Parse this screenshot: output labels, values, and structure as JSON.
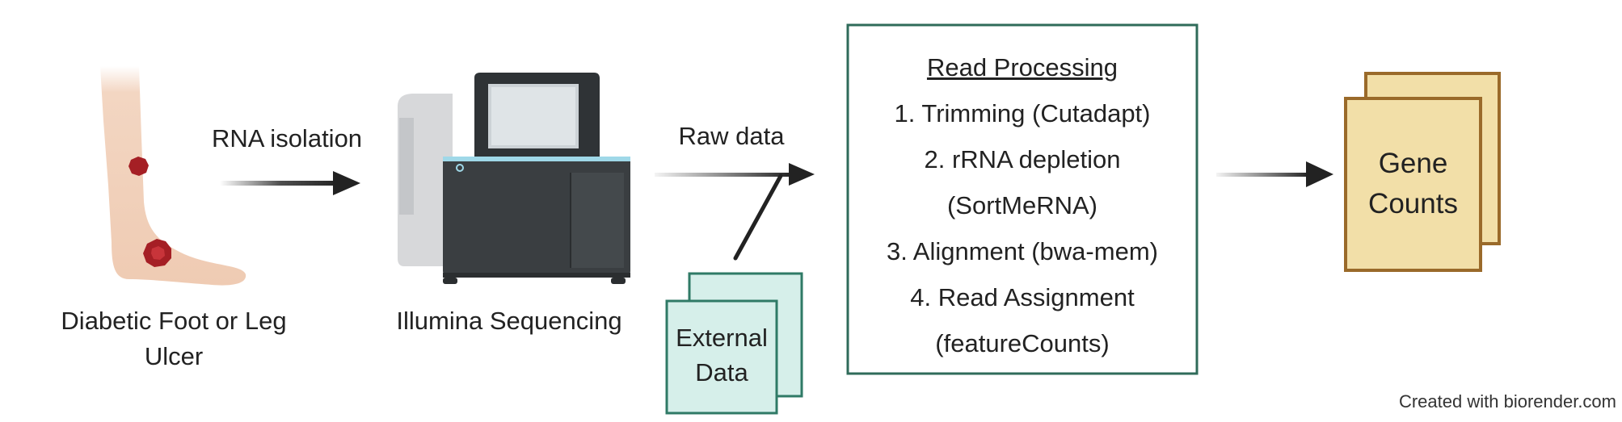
{
  "leg": {
    "caption_line1": "Diabetic Foot or Leg",
    "caption_line2": "Ulcer"
  },
  "arrow_rna": {
    "label": "RNA isolation"
  },
  "sequencer": {
    "caption": "Illumina Sequencing"
  },
  "arrow_raw": {
    "label": "Raw data"
  },
  "external": {
    "line1": "External",
    "line2": "Data"
  },
  "read_processing": {
    "title": "Read Processing",
    "steps": [
      "1. Trimming (Cutadapt)",
      "2. rRNA depletion",
      "(SortMeRNA)",
      "3. Alignment (bwa-mem)",
      "4. Read Assignment",
      "(featureCounts)"
    ]
  },
  "gene_counts": {
    "line1": "Gene",
    "line2": "Counts"
  },
  "credit": "Created with biorender.com",
  "colors": {
    "arrow": "#222222",
    "process_border": "#2f6b5a",
    "external_fill": "#d6efea",
    "external_border": "#2f7a66",
    "gene_fill": "#f2dfa8",
    "gene_border": "#9a6a2a",
    "ulcer": "#a51f25",
    "skin": "#f3d6c2"
  }
}
